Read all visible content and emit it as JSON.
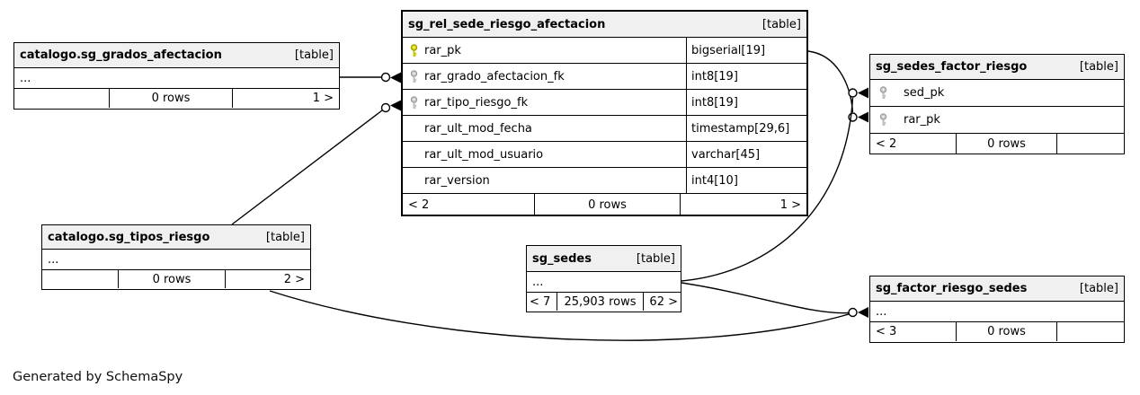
{
  "diagram": {
    "generator_note": "Generated by SchemaSpy",
    "colors": {
      "header_bg": "#f0f0f0",
      "border": "#000000",
      "primary_key_icon": "#dcdc00",
      "foreign_key_icon": "#cccccc"
    }
  },
  "tables": {
    "main": {
      "title": "sg_rel_sede_riesgo_afectacion",
      "tag": "[table]",
      "columns": [
        {
          "name": "rar_pk",
          "type": "bigserial[19]",
          "key": "primary"
        },
        {
          "name": "rar_grado_afectacion_fk",
          "type": "int8[19]",
          "key": "foreign"
        },
        {
          "name": "rar_tipo_riesgo_fk",
          "type": "int8[19]",
          "key": "foreign"
        },
        {
          "name": "rar_ult_mod_fecha",
          "type": "timestamp[29,6]",
          "key": "none"
        },
        {
          "name": "rar_ult_mod_usuario",
          "type": "varchar[45]",
          "key": "none"
        },
        {
          "name": "rar_version",
          "type": "int4[10]",
          "key": "none"
        }
      ],
      "footer": {
        "left": "< 2",
        "center": "0 rows",
        "right": "1 >"
      }
    },
    "grados": {
      "title": "catalogo.sg_grados_afectacion",
      "tag": "[table]",
      "dots": "...",
      "footer": {
        "left": "",
        "center": "0 rows",
        "right": "1 >"
      }
    },
    "tipos": {
      "title": "catalogo.sg_tipos_riesgo",
      "tag": "[table]",
      "dots": "...",
      "footer": {
        "left": "",
        "center": "0 rows",
        "right": "2 >"
      }
    },
    "sedes": {
      "title": "sg_sedes",
      "tag": "[table]",
      "dots": "...",
      "footer": {
        "left": "< 7",
        "center": "25,903 rows",
        "right": "62 >"
      }
    },
    "sedes_factor": {
      "title": "sg_sedes_factor_riesgo",
      "tag": "[table]",
      "columns": [
        {
          "name": "sed_pk",
          "key": "foreign"
        },
        {
          "name": "rar_pk",
          "key": "foreign"
        }
      ],
      "footer": {
        "left": "< 2",
        "center": "0 rows",
        "right": ""
      }
    },
    "factor_sedes": {
      "title": "sg_factor_riesgo_sedes",
      "tag": "[table]",
      "dots": "...",
      "footer": {
        "left": "< 3",
        "center": "0 rows",
        "right": ""
      }
    }
  },
  "relationships": [
    {
      "from": "catalogo.sg_grados_afectacion",
      "to": "sg_rel_sede_riesgo_afectacion.rar_grado_afectacion_fk"
    },
    {
      "from": "catalogo.sg_tipos_riesgo",
      "to": "sg_rel_sede_riesgo_afectacion.rar_tipo_riesgo_fk"
    },
    {
      "from": "sg_rel_sede_riesgo_afectacion.rar_pk",
      "to": "sg_sedes_factor_riesgo.rar_pk"
    },
    {
      "from": "sg_sedes",
      "to": "sg_sedes_factor_riesgo.sed_pk"
    },
    {
      "from": "sg_sedes",
      "to": "sg_factor_riesgo_sedes"
    },
    {
      "from": "catalogo.sg_tipos_riesgo",
      "to": "sg_factor_riesgo_sedes"
    }
  ]
}
